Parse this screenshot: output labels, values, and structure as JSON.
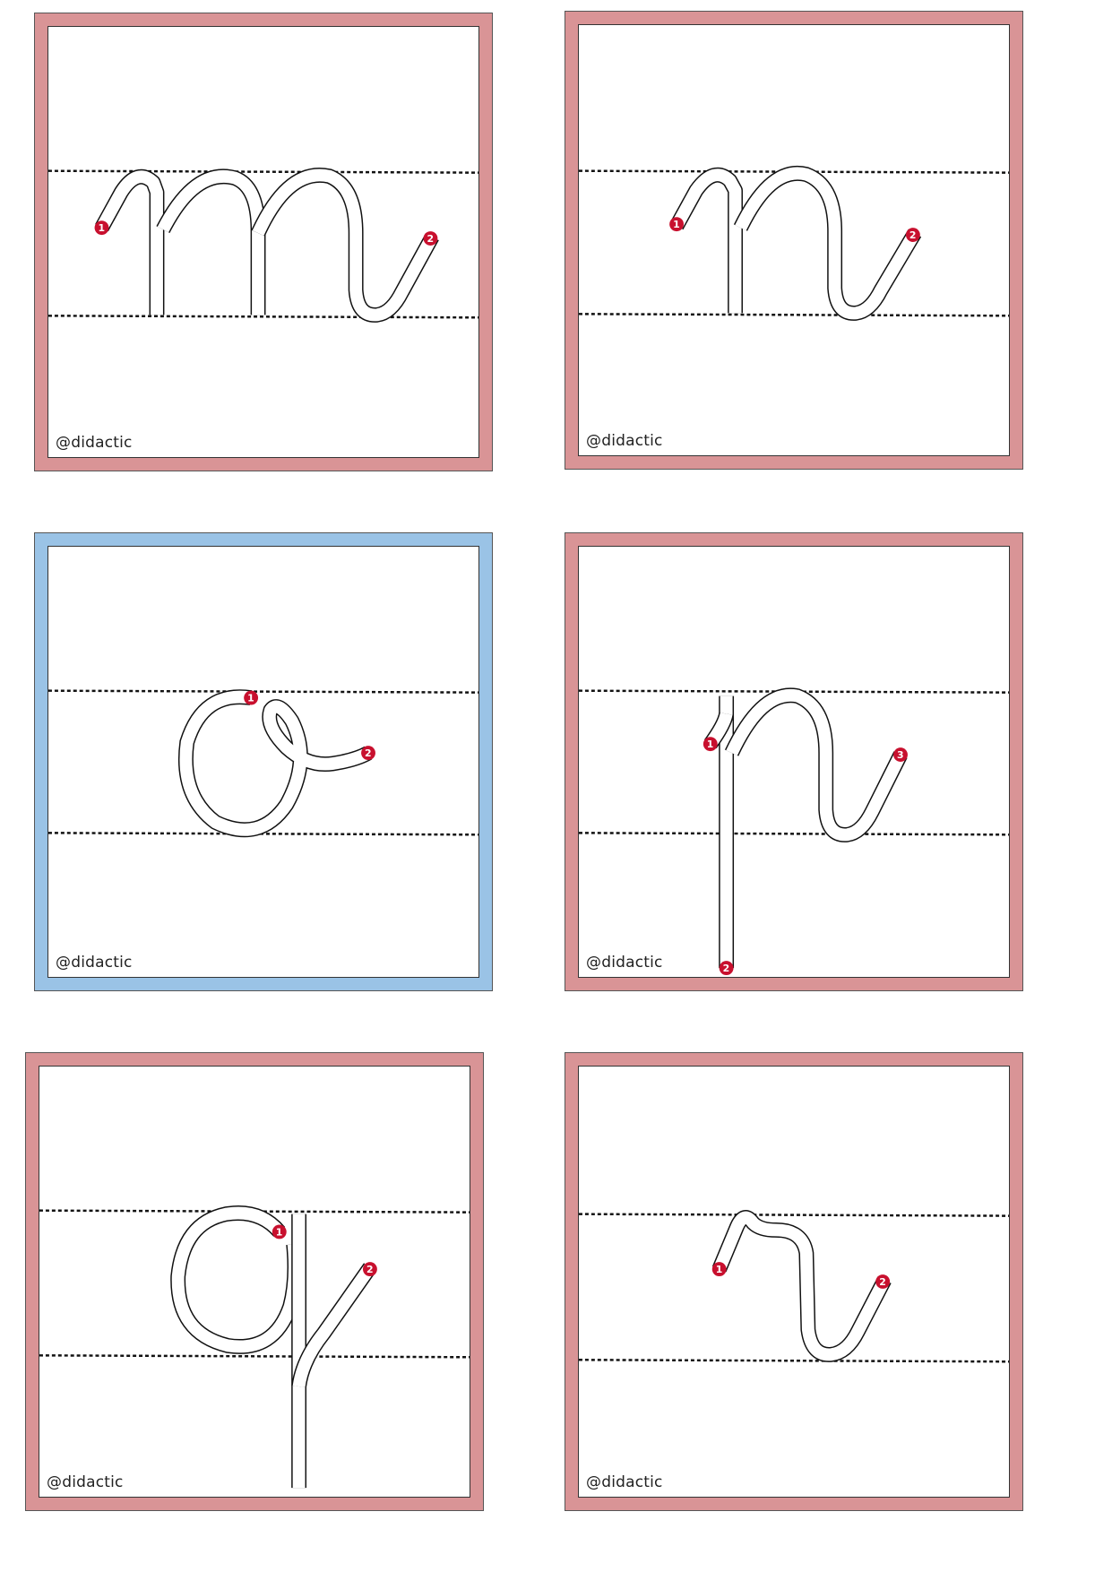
{
  "colors": {
    "pink": "#d99496",
    "blue": "#9ac3e6",
    "start_dot": "#c8102e"
  },
  "cards": [
    {
      "letter": "m",
      "frame": "pink",
      "watermark": "@didactic",
      "steps": [
        "1",
        "2"
      ]
    },
    {
      "letter": "n",
      "frame": "pink",
      "watermark": "@didactic",
      "steps": [
        "1",
        "2"
      ]
    },
    {
      "letter": "o",
      "frame": "blue",
      "watermark": "@didactic",
      "steps": [
        "1",
        "2"
      ]
    },
    {
      "letter": "p",
      "frame": "pink",
      "watermark": "@didactic",
      "steps": [
        "1",
        "2",
        "3"
      ]
    },
    {
      "letter": "q",
      "frame": "pink",
      "watermark": "@didactic",
      "steps": [
        "1",
        "2"
      ]
    },
    {
      "letter": "r",
      "frame": "pink",
      "watermark": "@didactic",
      "steps": [
        "1",
        "2"
      ]
    }
  ]
}
